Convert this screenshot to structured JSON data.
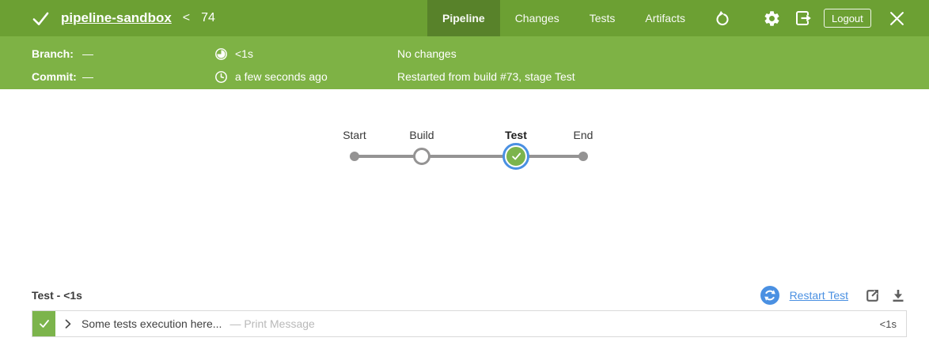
{
  "colors": {
    "header_green": "#6CA033",
    "info_green": "#7EB245",
    "active_tab_green": "#58822A",
    "success_green": "#7CB44C",
    "selection_blue": "#4A90E2",
    "node_gray": "#949393"
  },
  "header": {
    "title": "pipeline-sandbox",
    "separator": "<",
    "run_number": "74",
    "tabs": [
      {
        "label": "Pipeline",
        "active": true
      },
      {
        "label": "Changes",
        "active": false
      },
      {
        "label": "Tests",
        "active": false
      },
      {
        "label": "Artifacts",
        "active": false
      }
    ],
    "logout_label": "Logout"
  },
  "info_bar": {
    "branch_label": "Branch:",
    "branch_value": "—",
    "commit_label": "Commit:",
    "commit_value": "—",
    "duration": "<1s",
    "time_ago": "a few seconds ago",
    "changes_text": "No changes",
    "restart_note": "Restarted from build #73, stage Test"
  },
  "pipeline_graph": {
    "stages": [
      {
        "label": "Start",
        "type": "terminal"
      },
      {
        "label": "Build",
        "type": "idle"
      },
      {
        "label": "Test",
        "type": "success",
        "selected": true
      },
      {
        "label": "End",
        "type": "terminal"
      }
    ]
  },
  "result": {
    "title": "Test - <1s",
    "restart_label": "Restart Test"
  },
  "log": {
    "rows": [
      {
        "status": "success",
        "message": "Some tests execution here...",
        "step_type": "— Print Message",
        "duration": "<1s"
      }
    ]
  },
  "icons": {
    "status_check": "✓",
    "refresh": "↺",
    "settings": "⚙",
    "logout_exit": "⇥",
    "close": "✕",
    "duration": "◕",
    "clock": "🕓",
    "restart": "⟳",
    "external_link": "↗",
    "download": "⤓",
    "expand_chevron": "›",
    "node_check": "✓"
  }
}
